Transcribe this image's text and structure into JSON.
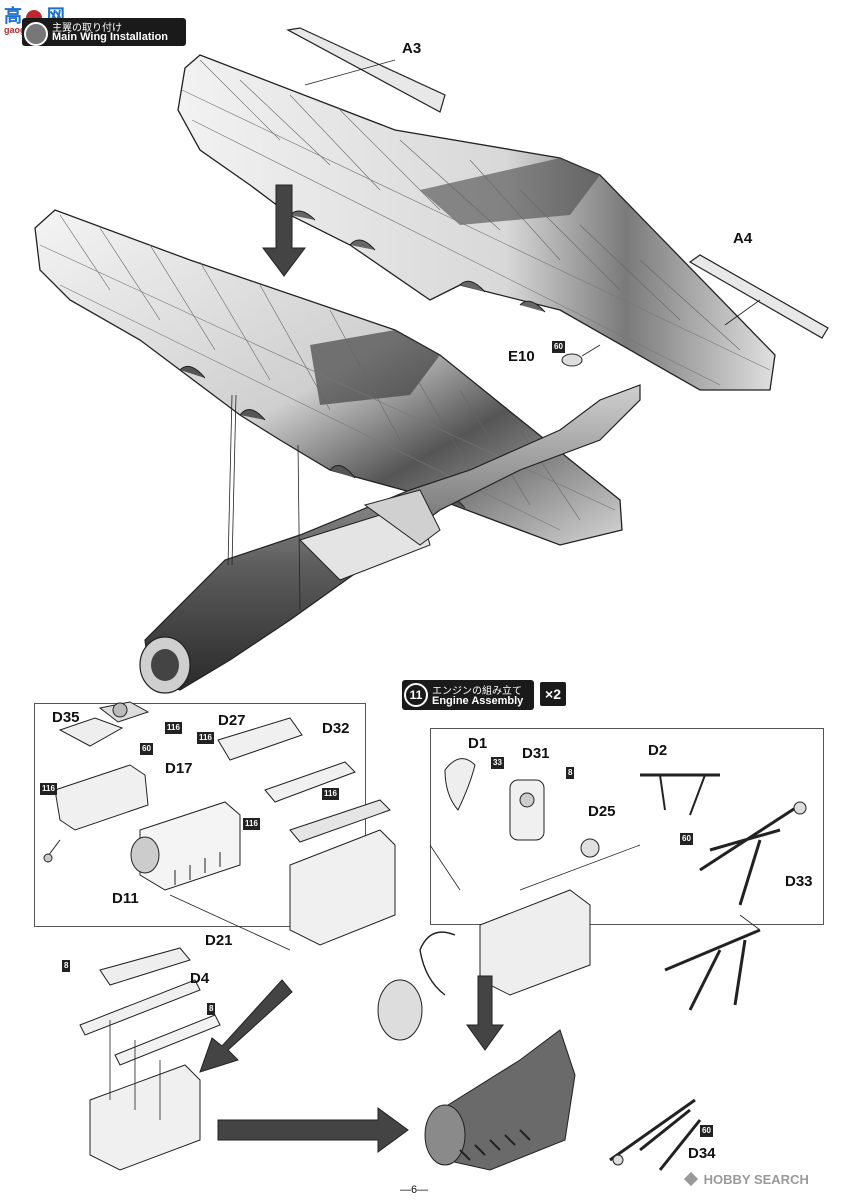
{
  "watermark": {
    "left_cn": "高",
    "left_cn2": "网",
    "left_url": "gaogao.cn",
    "right_text": "HOBBY SEARCH"
  },
  "step10": {
    "title_jp": "主翼の取り付け",
    "title_en": "Main Wing Installation"
  },
  "step11": {
    "number": "11",
    "title_jp": "エンジンの組み立て",
    "title_en": "Engine Assembly",
    "multiplier": "×2"
  },
  "parts": {
    "a3": "A3",
    "a4": "A4",
    "e10": "E10",
    "d35": "D35",
    "d27": "D27",
    "d32": "D32",
    "d17": "D17",
    "d11": "D11",
    "d1": "D1",
    "d31": "D31",
    "d25": "D25",
    "d2": "D2",
    "d33": "D33",
    "d21": "D21",
    "d4": "D4",
    "d34": "D34"
  },
  "colors": {
    "c60": "60",
    "c116": "116",
    "c33": "33",
    "c8": "8"
  },
  "page_number": "—6—"
}
